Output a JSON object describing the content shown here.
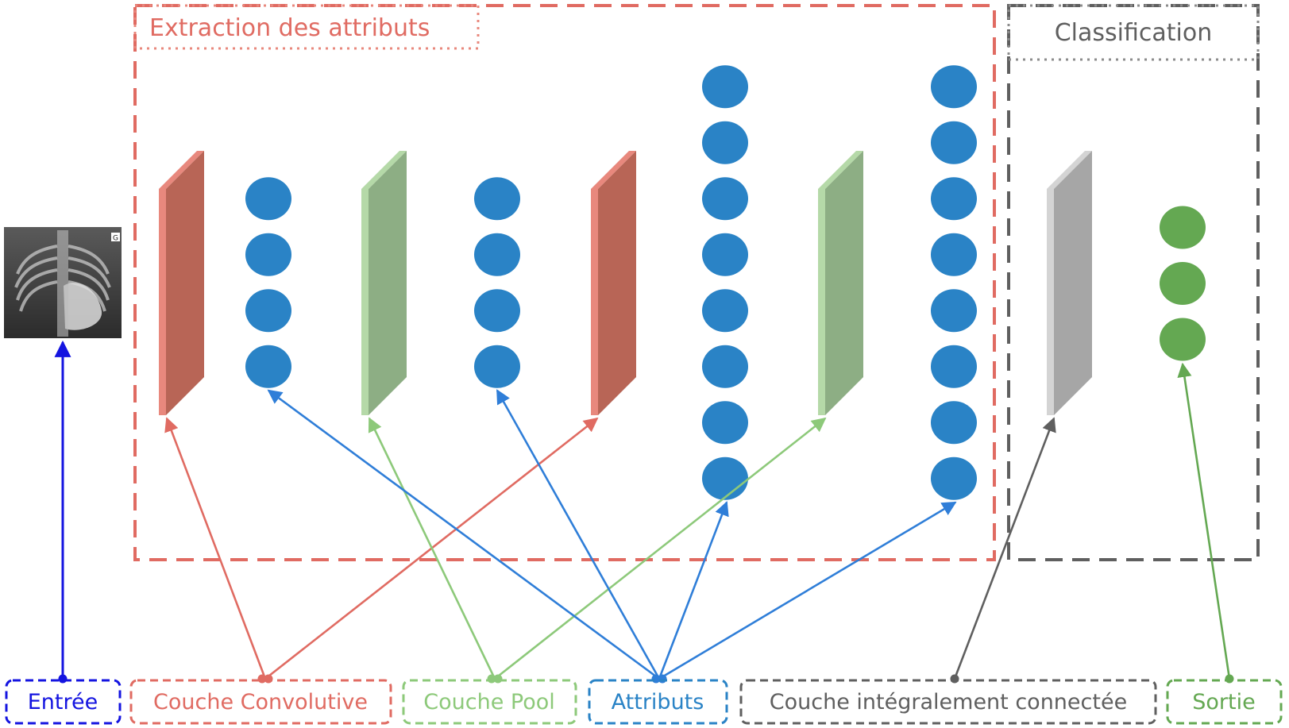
{
  "colors": {
    "conv": "#E06B62",
    "conv_face": "#B86556",
    "conv_edge": "#E8887D",
    "pool": "#8DC97A",
    "pool_face": "#8DAE84",
    "pool_edge": "#B5D9A8",
    "feature": "#2A83C6",
    "feature_arrow": "#2F7ED8",
    "fc": "#5F5F5F",
    "fc_face": "#A6A6A6",
    "fc_edge": "#D4D4D4",
    "output": "#64A852",
    "input": "#1414E0"
  },
  "regions": {
    "extraction": {
      "title": "Extraction des attributs"
    },
    "classification": {
      "title": "Classification"
    }
  },
  "legend": {
    "input": "Entrée",
    "conv": "Couche Convolutive",
    "pool": "Couche Pool",
    "features": "Attributs",
    "fc": "Couche intégralement connectée",
    "output": "Sortie"
  },
  "input_image": {
    "icon": "chest-xray-thumbnail",
    "badge": "G"
  },
  "layers": [
    {
      "kind": "conv"
    },
    {
      "kind": "features",
      "nodes": 4
    },
    {
      "kind": "pool"
    },
    {
      "kind": "features",
      "nodes": 4
    },
    {
      "kind": "conv"
    },
    {
      "kind": "features",
      "nodes": 8
    },
    {
      "kind": "pool"
    },
    {
      "kind": "features",
      "nodes": 8
    },
    {
      "kind": "fc"
    },
    {
      "kind": "output",
      "nodes": 3
    }
  ]
}
